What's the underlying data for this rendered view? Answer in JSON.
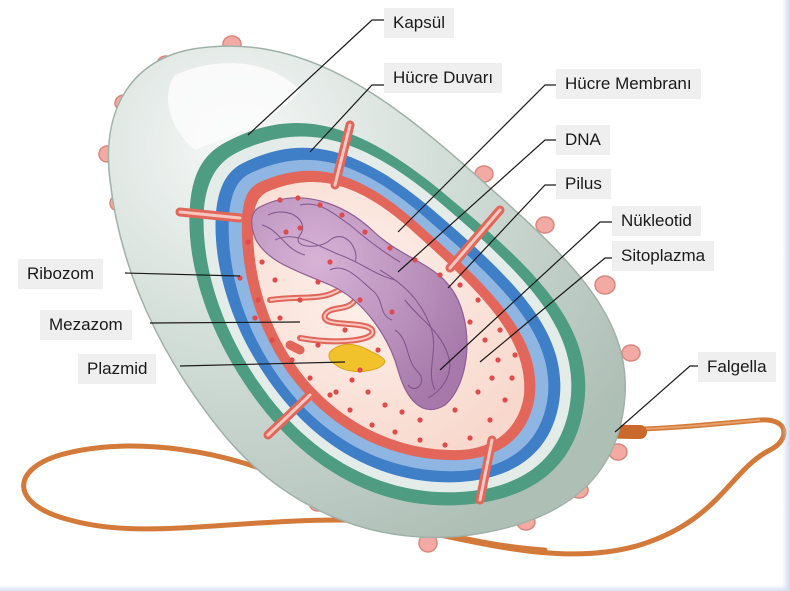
{
  "diagram": {
    "labels": {
      "kapsul": "Kapsül",
      "hucre_duvari": "Hücre Duvarı",
      "hucre_membrani": "Hücre Membranı",
      "dna": "DNA",
      "pilus": "Pilus",
      "nukleotid": "Nükleotid",
      "sitoplazma": "Sitoplazma",
      "ribozom": "Ribozom",
      "mezazom": "Mezazom",
      "plazmid": "Plazmid",
      "falgella": "Falgella"
    },
    "colors": {
      "capsule": "#c9d6cf",
      "cell_wall_green": "#4e9c82",
      "wall_blue": "#3f7fc8",
      "membrane_red": "#e2675a",
      "cytoplasm": "#fbe3dc",
      "nucleoid": "#b78ab8",
      "plasmid": "#f2c22c",
      "flagellum": "#d37a3a",
      "pili": "#f3aaa2"
    }
  }
}
